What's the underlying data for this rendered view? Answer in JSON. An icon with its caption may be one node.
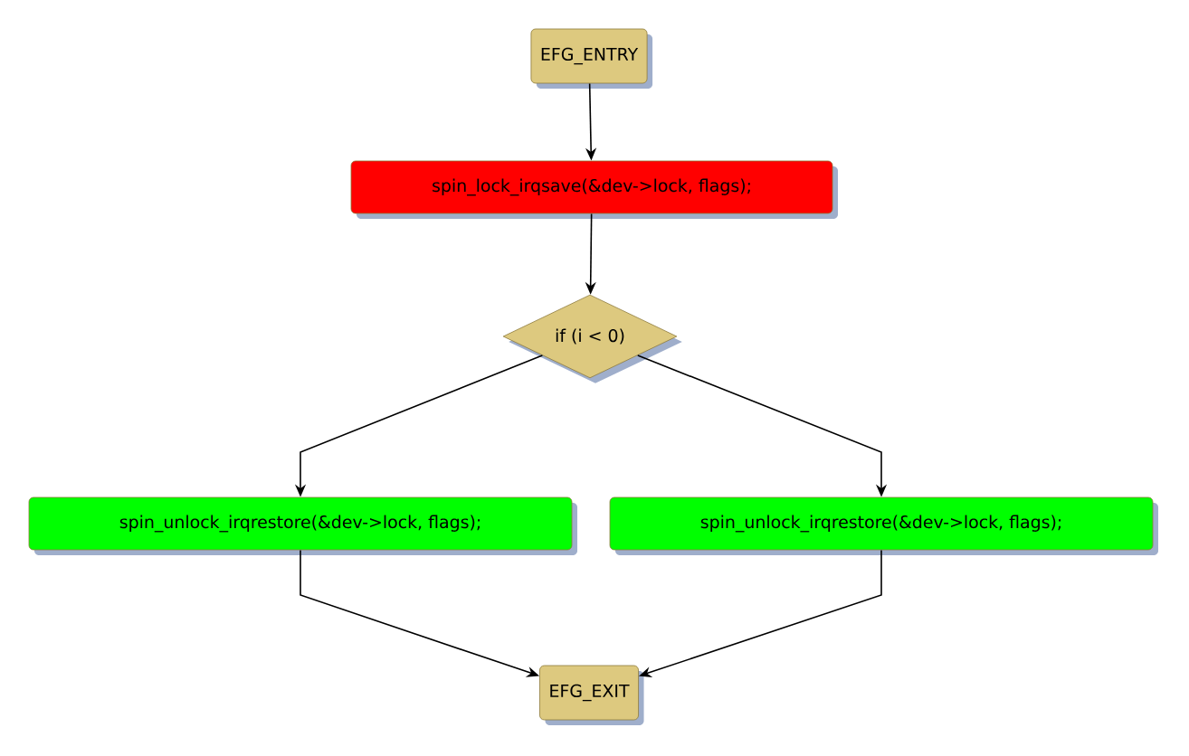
{
  "diagram": {
    "nodes": [
      {
        "text": [
          "EFG_ENTRY"
        ]
      },
      {
        "text": [
          "spin_lock_irqsave(&dev->lock, flags);"
        ]
      },
      {
        "text": [
          "if (i < 0)"
        ]
      },
      {
        "text": [
          "spin_unlock_irqrestore(&dev->lock, flags);"
        ]
      },
      {
        "text": [
          "spin_unlock_irqrestore(&dev->lock, flags);"
        ]
      },
      {
        "text": [
          "EFG_EXIT"
        ]
      }
    ],
    "edges": [
      {
        "from": 0,
        "to": 1,
        "arrow": "to"
      },
      {
        "from": 1,
        "to": 2,
        "arrow": "to"
      },
      {
        "from": 2,
        "to": 3,
        "arrow": "to"
      },
      {
        "from": 2,
        "to": 4,
        "arrow": "to"
      },
      {
        "from": 3,
        "to": 5,
        "arrow": "to"
      },
      {
        "from": 4,
        "to": 5,
        "arrow": "to"
      }
    ]
  }
}
